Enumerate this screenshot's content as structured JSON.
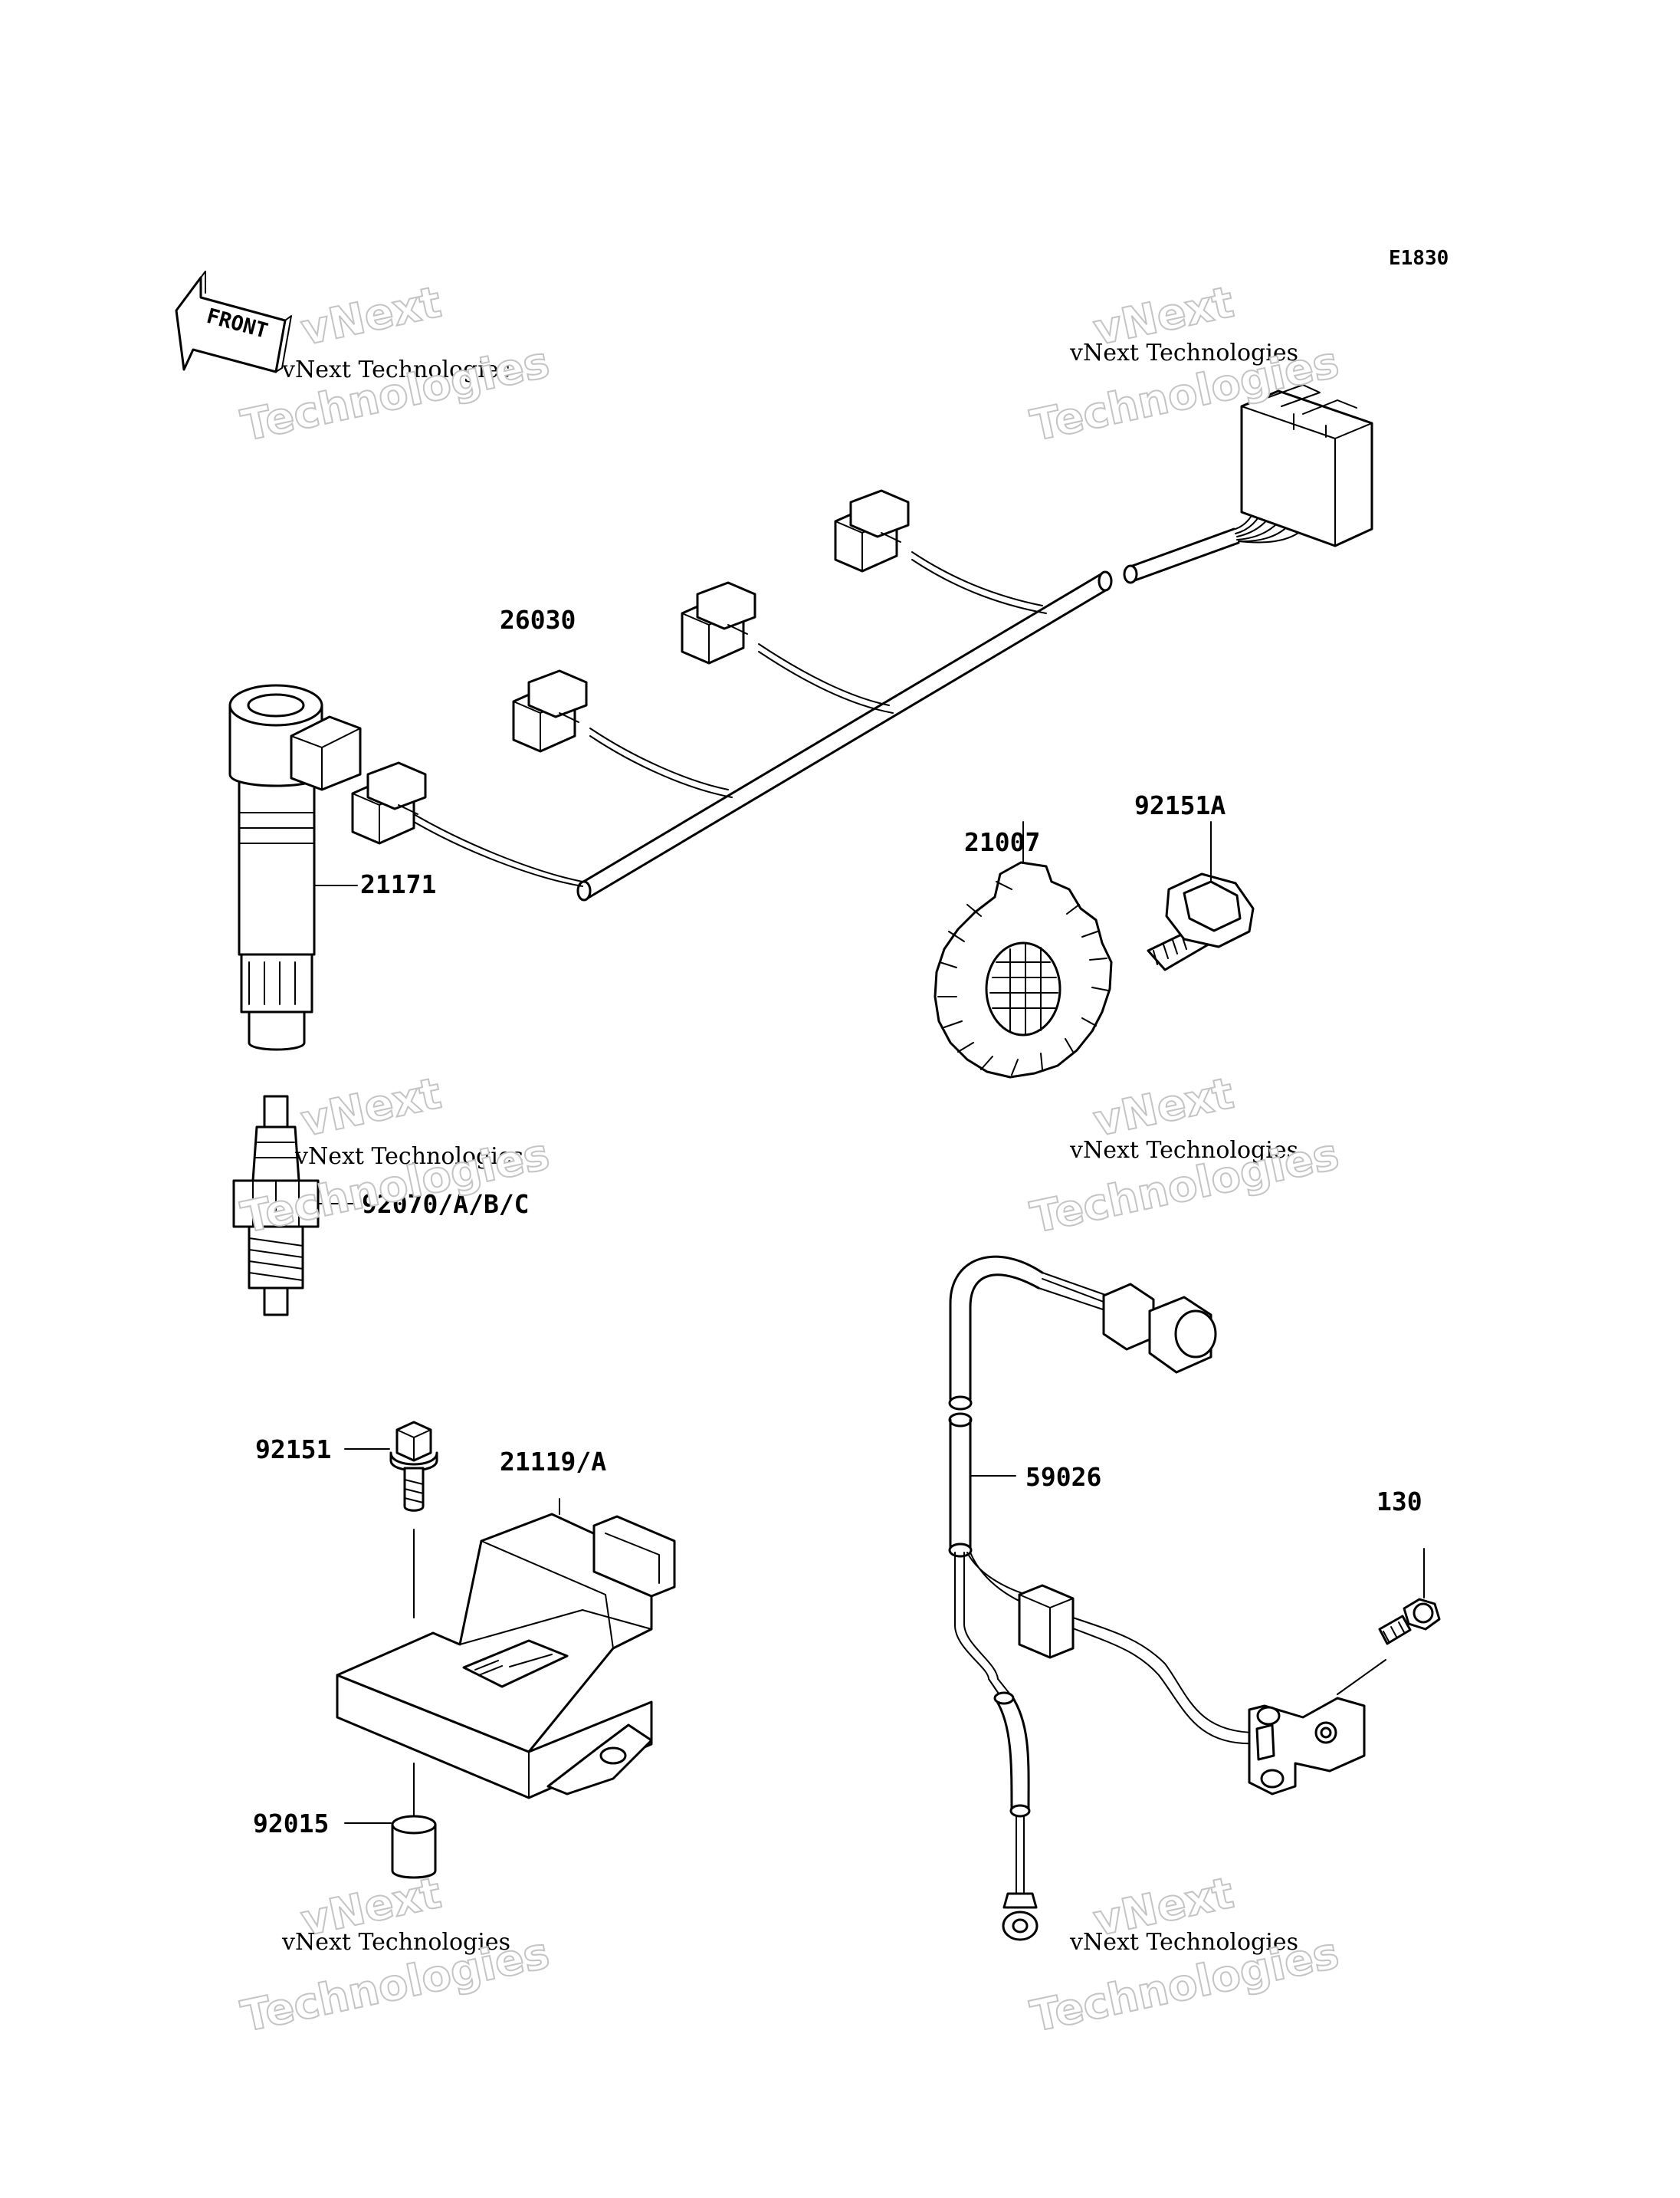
{
  "diagram": {
    "code": "E1830",
    "front_label": "FRONT",
    "labels": {
      "p26030": "26030",
      "p21171": "21171",
      "p92070": "92070/A/B/C",
      "p21007": "21007",
      "p92151a": "92151A",
      "p92151": "92151",
      "p21119": "21119/A",
      "p92015": "92015",
      "p59026": "59026",
      "p130": "130"
    }
  },
  "watermark": {
    "line1": "vNext",
    "line2": "vNext Technologies",
    "line3": "Technologies"
  }
}
